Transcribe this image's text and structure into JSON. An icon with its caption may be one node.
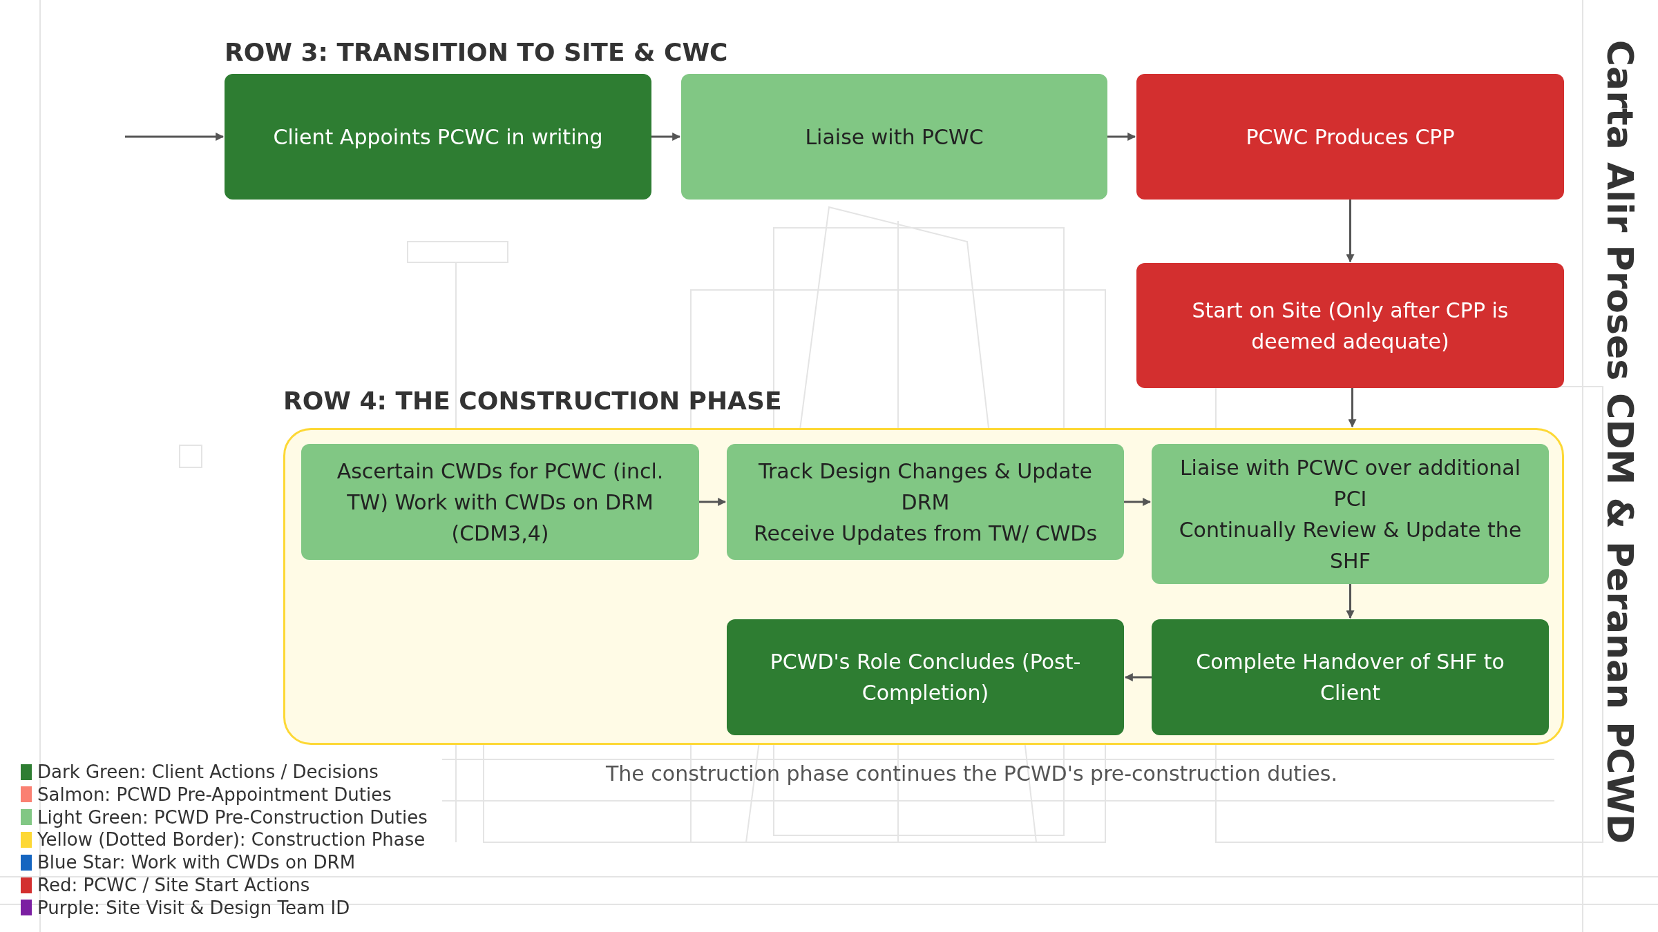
{
  "diagram": {
    "title": "Carta Alir Proses CDM & Peranan PCWD",
    "nodes": [
      {
        "text": [
          "Client Appoints PCWC in writing"
        ]
      },
      {
        "text": [
          "Liaise with PCWC"
        ]
      },
      {
        "text": [
          "PCWC Produces CPP"
        ]
      },
      {
        "text": [
          "Start on Site (Only after CPP is deemed adequate)"
        ]
      },
      {
        "text": [
          "ROW 4: THE CONSTRUCTION PHASE"
        ]
      },
      {
        "text": [
          "Ascertain CWDs for PCWC (incl. TW) Work with CWDs on DRM (CDM3,4)"
        ],
        "in": 4
      },
      {
        "text": [
          "Track Design Changes & Update DRM",
          "Receive Updates from TW/ CWDs"
        ],
        "in": 4
      },
      {
        "text": [
          "Liaise with PCWC over additional PCI",
          "Continually Review & Update the SHF"
        ],
        "in": 4
      },
      {
        "text": [
          "PCWD's Role Concludes (Post-Completion)"
        ],
        "in": 4
      },
      {
        "text": [
          "Complete Handover of SHF to Client"
        ],
        "in": 4
      }
    ],
    "edges": [
      {
        "from": null,
        "to": 0,
        "arrow": "to"
      },
      {
        "from": 0,
        "to": 1,
        "arrow": "to"
      },
      {
        "from": 1,
        "to": 2,
        "arrow": "to"
      },
      {
        "from": 2,
        "to": 3,
        "arrow": "to"
      },
      {
        "from": 3,
        "to": 4,
        "arrow": "to"
      },
      {
        "from": 5,
        "to": 6,
        "arrow": "to"
      },
      {
        "from": 6,
        "to": 7,
        "arrow": "to"
      },
      {
        "from": 7,
        "to": 9,
        "arrow": "to"
      },
      {
        "from": 9,
        "to": 8,
        "arrow": "to"
      }
    ],
    "labels": [
      "ROW 3: TRANSITION TO SITE & CWC",
      "The construction phase continues the PCWD's pre-construction duties."
    ],
    "legend": [
      {
        "text": "Dark Green: Client Actions / Decisions",
        "color": "#2e7d32"
      },
      {
        "text": "Salmon: PCWD Pre-Appointment Duties",
        "color": "#fa8072"
      },
      {
        "text": "Light Green: PCWD Pre-Construction Duties",
        "color": "#81c784"
      },
      {
        "text": "Yellow (Dotted Border): Construction Phase",
        "color": "#fdd835"
      },
      {
        "text": "Blue Star: Work with CWDs on DRM",
        "color": "#1565c0"
      },
      {
        "text": "Red: PCWC / Site Start Actions",
        "color": "#d32f2f"
      },
      {
        "text": "Purple: Site Visit & Design Team ID",
        "color": "#7b1fa2"
      }
    ]
  }
}
